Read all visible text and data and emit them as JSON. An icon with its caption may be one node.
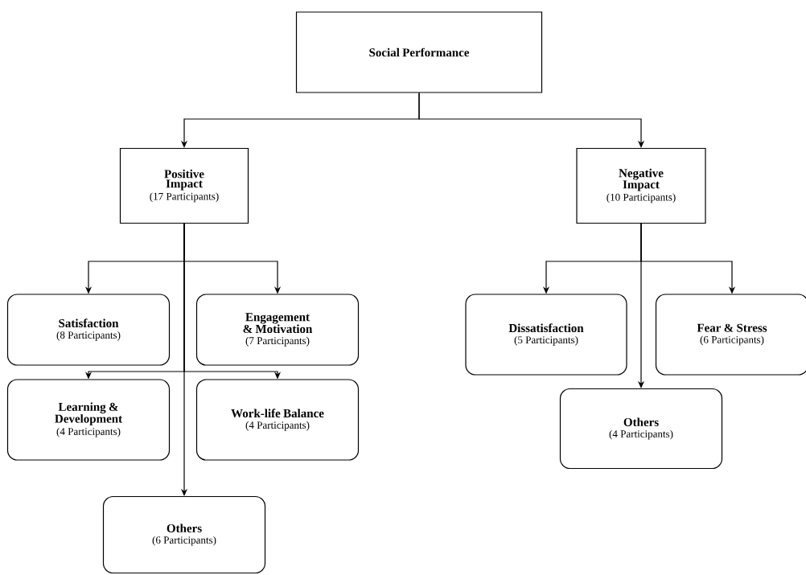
{
  "diagram": {
    "nodes": [
      {
        "text": [
          "Social Performance"
        ]
      },
      {
        "text": [
          "Positive Impact",
          "(17 Participants)"
        ]
      },
      {
        "text": [
          "Negative Impact",
          "(10 Participants)"
        ]
      },
      {
        "text": [
          "Satisfaction",
          "(8 Participants)"
        ]
      },
      {
        "text": [
          "Engagement & Motivation",
          "(7 Participants)"
        ]
      },
      {
        "text": [
          "Learning & Development",
          "(4 Participants)"
        ]
      },
      {
        "text": [
          "Work-life Balance",
          "(4 Participants)"
        ]
      },
      {
        "text": [
          "Others",
          "(6 Participants)"
        ]
      },
      {
        "text": [
          "Dissatisfaction",
          "(5 Participants)"
        ]
      },
      {
        "text": [
          "Fear & Stress",
          "(6 Participants)"
        ]
      },
      {
        "text": [
          "Others",
          "(4 Participants)"
        ]
      }
    ],
    "edges": [
      {
        "from": 0,
        "to": 1,
        "arrow": "to"
      },
      {
        "from": 0,
        "to": 2,
        "arrow": "to"
      },
      {
        "from": 1,
        "to": 3,
        "arrow": "to"
      },
      {
        "from": 1,
        "to": 4,
        "arrow": "to"
      },
      {
        "from": 1,
        "to": 5,
        "arrow": "to"
      },
      {
        "from": 1,
        "to": 6,
        "arrow": "to"
      },
      {
        "from": 1,
        "to": 7,
        "arrow": "to"
      },
      {
        "from": 2,
        "to": 8,
        "arrow": "to"
      },
      {
        "from": 2,
        "to": 9,
        "arrow": "to"
      },
      {
        "from": 2,
        "to": 10,
        "arrow": "to"
      }
    ]
  }
}
